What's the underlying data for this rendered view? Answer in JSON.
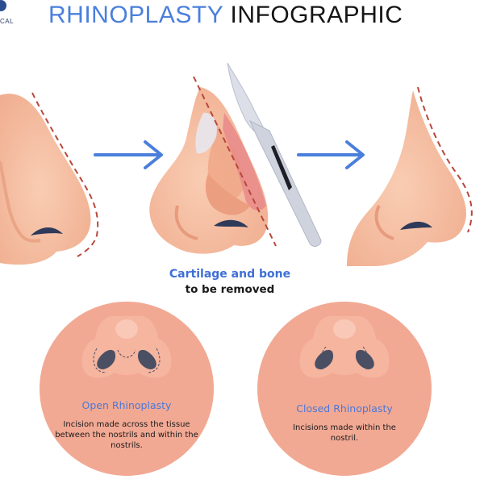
{
  "header": {
    "title_part1": "RHINOPLASTY",
    "title_part2": "INFOGRAPHIC",
    "logo_text": "CAL"
  },
  "caption": {
    "line1": "Cartilage and bone",
    "line2": "to be removed"
  },
  "open": {
    "title": "Open Rhinoplasty",
    "description": "Incision made across the tissue between the nostrils and within the nostrils."
  },
  "closed": {
    "title": "Closed Rhinoplasty",
    "description": "Incisions made within the nostril."
  },
  "colors": {
    "accent": "#4a7fdc",
    "skin": "#f7c3a6",
    "skin_shade": "#eea98a",
    "circle": "#f2a994",
    "dash": "#b8473c"
  }
}
